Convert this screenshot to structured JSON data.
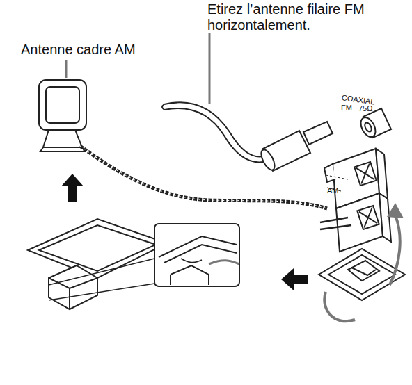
{
  "diagram": {
    "labels": [
      "Etirez l’antenne filaire FM horizontalement.",
      "Antenne cadre AM",
      "COAXIAL",
      "FM",
      "75Ω",
      "AM"
    ]
  }
}
